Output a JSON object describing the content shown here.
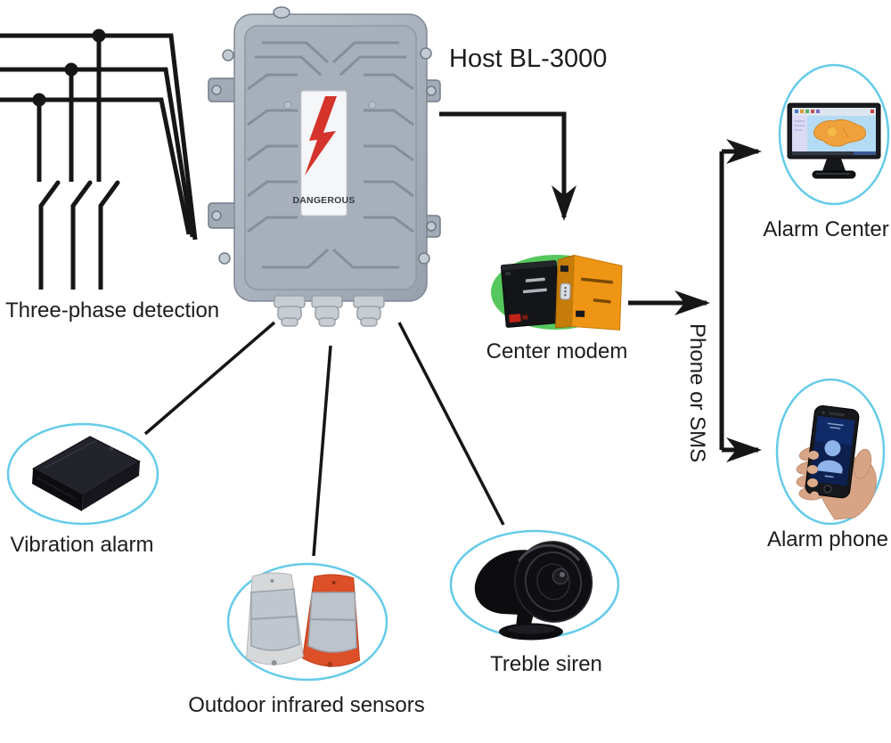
{
  "diagram": {
    "title": "Host BL-3000",
    "nodes": {
      "three_phase": {
        "label": "Three-phase detection",
        "icon": "three-phase-wires-icon"
      },
      "host": {
        "label": "Host BL-3000",
        "warning": "DANGEROUS",
        "icon": "junction-box-icon"
      },
      "modem": {
        "label": "Center modem",
        "icon": "gsm-modem-icon"
      },
      "alarm_center": {
        "label": "Alarm Center",
        "icon": "monitor-map-icon"
      },
      "alarm_phone": {
        "label": "Alarm phone",
        "icon": "hand-phone-icon"
      },
      "vibration": {
        "label": "Vibration alarm",
        "icon": "black-box-icon"
      },
      "infrared": {
        "label": "Outdoor infrared sensors",
        "icon": "infrared-sensors-icon"
      },
      "siren": {
        "label": "Treble siren",
        "icon": "horn-siren-icon"
      }
    },
    "edges": {
      "modem_to_receivers_label": "Phone or SMS"
    },
    "colors": {
      "line": "#161616",
      "ellipse_stroke": "#64cbe9",
      "modem_ellipse_fill": "#55c75d",
      "danger_red": "#d4342c",
      "sensor_orange": "#dc4f27",
      "modem_orange": "#ef9515",
      "box_gray": "#a9b2bd"
    }
  }
}
